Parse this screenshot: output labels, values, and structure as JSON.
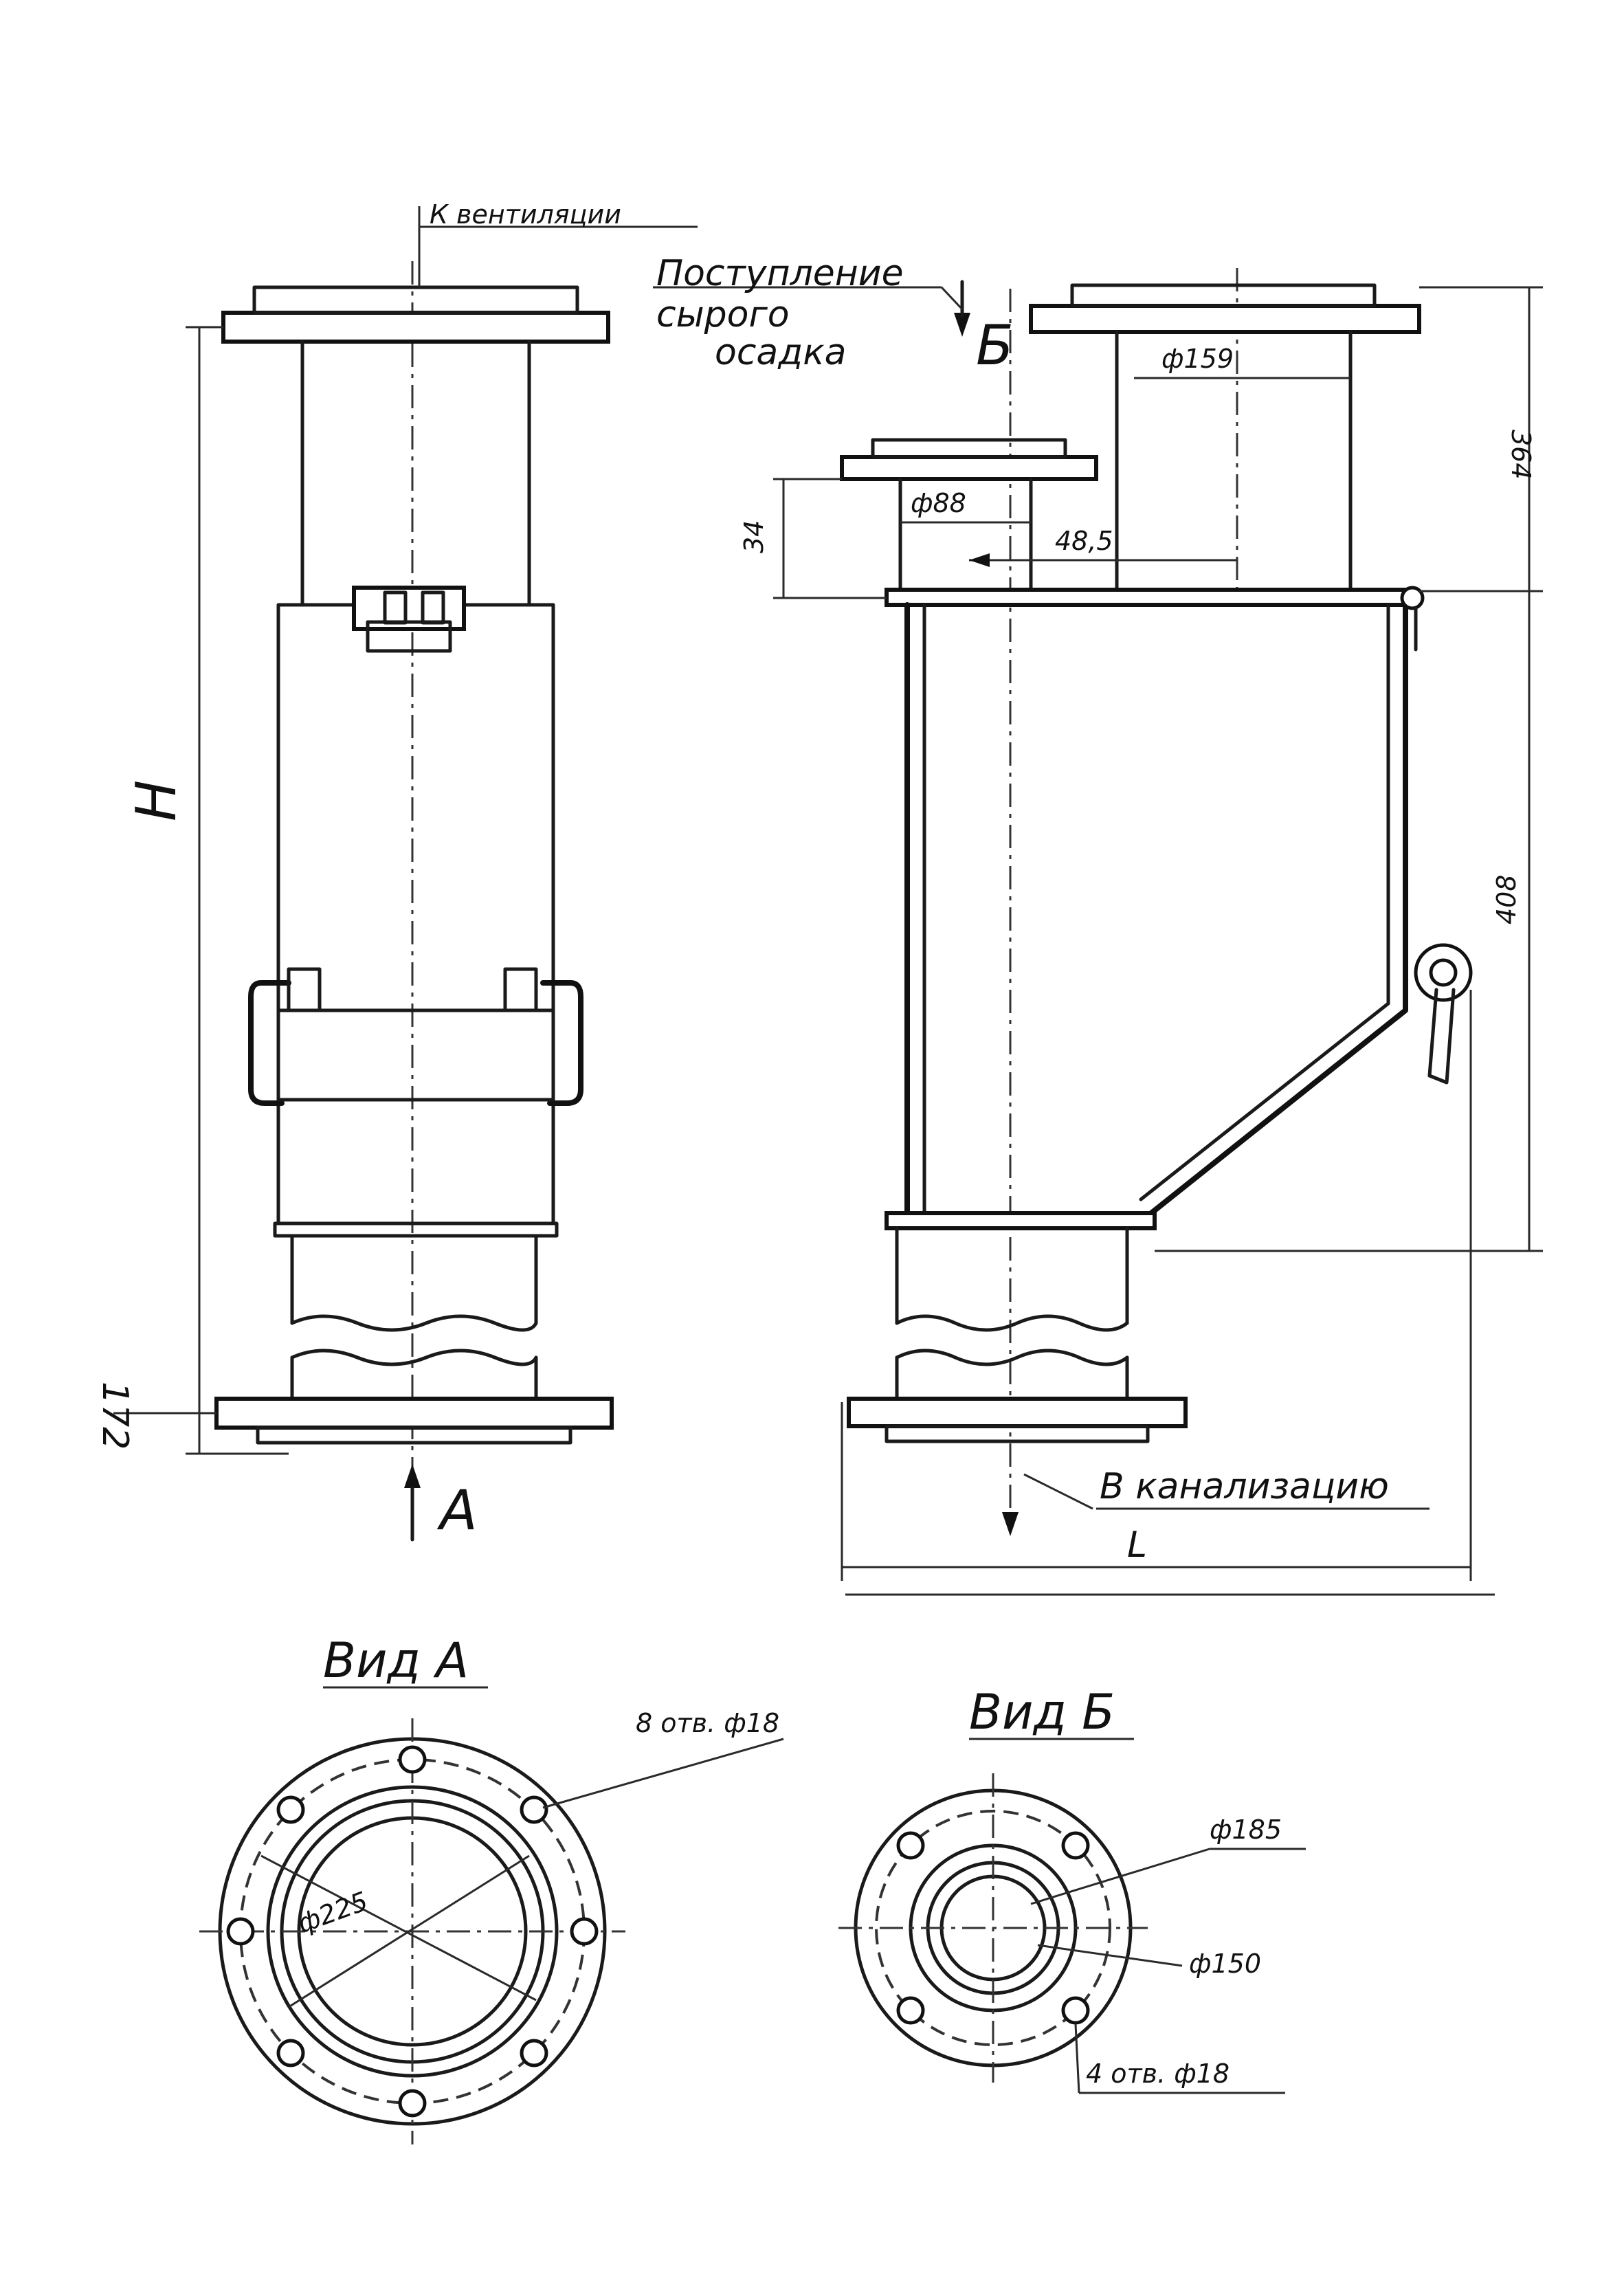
{
  "labels": {
    "vent_note": "К вентиляции",
    "sludge_line1": "Поступление",
    "sludge_line2": "сырого",
    "sludge_line3": "осадка",
    "view_b_marker": "Б",
    "view_a_marker": "А",
    "dim_H": "Н",
    "dim_L": "L",
    "dim_172": "172",
    "dim_34": "34",
    "dim_d88": "ф88",
    "dim_485": "48,5",
    "dim_d159": "ф159",
    "dim_364": "364",
    "dim_408": "408",
    "to_sewer": "В канализацию",
    "view_a_title": "Вид А",
    "view_b_title": "Вид Б",
    "holes_8": "8 отв. ф18",
    "dia_225": "ф225",
    "dia_185": "ф185",
    "dia_150": "ф150",
    "holes_4": "4 отв. ф18"
  },
  "colors": {
    "ink": "#111111",
    "paper": "#ffffff"
  }
}
